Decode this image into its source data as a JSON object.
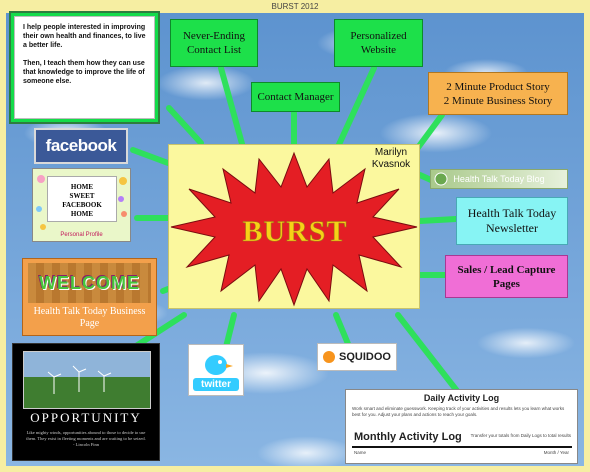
{
  "window": {
    "title": "BURST 2012"
  },
  "intro": {
    "paragraph1": "I help people interested in improving their own health and finances, to live a better life.",
    "paragraph2": "Then, I teach them how they can use that knowledge to improve the life of someone else."
  },
  "center": {
    "label": "BURST",
    "author": "Marilyn Kvasnok"
  },
  "nodes": {
    "never_ending": "Never-Ending Contact List",
    "contact_manager": "Contact Manager",
    "personalized_website": "Personalized Website",
    "product_story_line1": "2 Minute Product Story",
    "product_story_line2": "2 Minute Business Story",
    "facebook": "facebook",
    "home_line1": "HOME",
    "home_line2": "SWEET",
    "home_line3": "FACEBOOK",
    "home_line4": "HOME",
    "home_caption": "Personal Profile",
    "welcome": "WELCOME",
    "business_page": "Health Talk Today Business Page",
    "opportunity_title": "OPPORTUNITY",
    "opportunity_quote": "Like mighty winds, opportunities abound to those to decide to use them. They exist in fleeting moments and are waiting to be seized.",
    "opportunity_author": "- Lincoln Finn",
    "twitter": "twitter",
    "squidoo": "SQUIDOO",
    "blog": "Health Talk Today Blog",
    "newsletter": "Health Talk Today Newsletter",
    "sales": "Sales / Lead Capture Pages"
  },
  "activity_log": {
    "title": "Daily Activity Log",
    "description": "Work smart and eliminate guesswork. Keeping track of your activities and results lets you learn what works best for you. Adjust your plans and actions to reach your goals.",
    "subtitle": "Monthly Activity Log",
    "right_note": "Transfer your totals from Daily Logs to total results",
    "name_label": "Name",
    "month_label": "Month / Year"
  },
  "colors": {
    "node_green": "#1de04a",
    "connector": "#2ee05c",
    "burst_red": "#e41e24",
    "burst_text": "#f7d117",
    "center_bg": "#fbf89e"
  }
}
